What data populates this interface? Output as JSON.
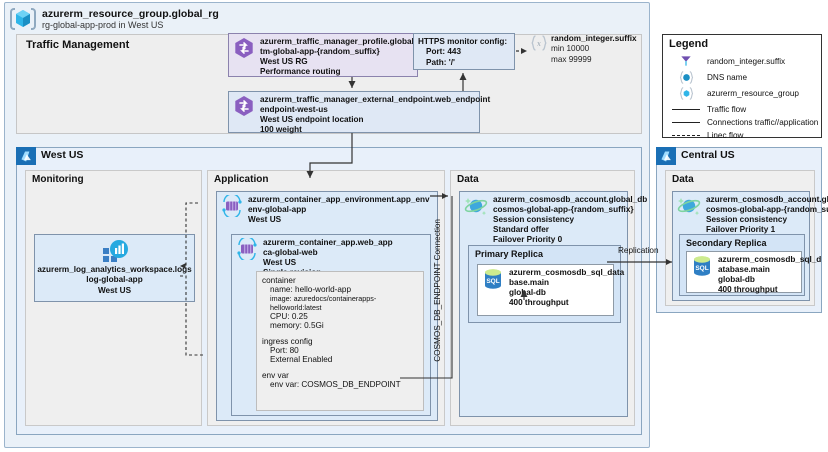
{
  "resource_group": {
    "icon": "resource-group-cube-icon",
    "title": "azurerm_resource_group.global_rg",
    "subtitle": "rg-global-app-prod in West US"
  },
  "traffic_management": {
    "panel_title": "Traffic Management",
    "profile": {
      "icon": "traffic-manager-icon",
      "lines": [
        "azurerm_traffic_manager_profile.global_tm",
        "tm-global-app-{random_suffix}",
        "West US RG",
        "Performance routing"
      ]
    },
    "endpoint": {
      "icon": "traffic-manager-icon",
      "lines": [
        "azurerm_traffic_manager_external_endpoint.web_endpoint",
        "endpoint-west-us",
        "West US endpoint location",
        "100 weight"
      ]
    },
    "https_monitor": {
      "title": "HTTPS monitor config:",
      "items": [
        "Port: 443",
        "Path: '/'"
      ]
    },
    "random_integer": {
      "icon": "random-integer-icon",
      "title": "random_integer.suffix",
      "items": [
        "min 10000",
        "max 99999"
      ]
    }
  },
  "legend": {
    "title": "Legend",
    "items": [
      {
        "key": "random-integer-icon",
        "key_type": "icon",
        "label": "random_integer.suffix"
      },
      {
        "key": "dns-name-icon",
        "key_type": "icon",
        "label": "DNS name"
      },
      {
        "key": "resource-group-icon",
        "key_type": "icon",
        "label": "azurerm_resource_group"
      },
      {
        "key": "solid-line",
        "key_type": "line",
        "label": "Traffic flow"
      },
      {
        "key": "solid-line",
        "key_type": "line",
        "label": "Connections traffic//application"
      },
      {
        "key": "dashed-line",
        "key_type": "dashed",
        "label": "Linec flow"
      }
    ]
  },
  "regions": {
    "west": {
      "name": "West US",
      "icon": "azure-region-icon",
      "monitoring": {
        "panel_title": "Monitoring",
        "log_workspace": {
          "icon": "log-analytics-icon",
          "lines": [
            "azurerm_log_analytics_workspace.logs",
            "log-global-app",
            "West US"
          ]
        }
      },
      "application": {
        "panel_title": "Application",
        "environment": {
          "icon": "container-app-icon",
          "lines": [
            "azurerm_container_app_environment.app_env",
            "env-global-app",
            "West US"
          ]
        },
        "web_app": {
          "icon": "container-app-icon",
          "lines": [
            "azurerm_container_app.web_app",
            "ca-global-web",
            "West US",
            "Single revision"
          ]
        },
        "container_spec": {
          "container_header": "container",
          "container_items": [
            "name: hello-world-app",
            "image: azuredocs/containerapps-helloworld:latest",
            "CPU: 0.25",
            "memory: 0.5Gi"
          ],
          "ingress_header": "ingress config",
          "ingress_items": [
            "Port: 80",
            "External Enabled"
          ],
          "envvar_header": "env var",
          "envvar_items": [
            "env var: COSMOS_DB_ENDPOINT"
          ]
        }
      },
      "data": {
        "panel_title": "Data",
        "cosmos_account": {
          "icon": "cosmos-db-icon",
          "lines": [
            "azurerm_cosmosdb_account.global_db",
            "cosmos-global-app-{random_suffix}",
            "Session consistency",
            "Standard offer",
            "Failover Priority 0"
          ]
        },
        "replica": {
          "title": "Primary Replica",
          "sql": {
            "icon": "sql-database-icon",
            "lines": [
              "azurerm_cosmosdb_sql_data",
              "base.main",
              "global-db",
              "400 throughput"
            ]
          }
        }
      }
    },
    "central": {
      "name": "Central US",
      "icon": "azure-region-icon",
      "data": {
        "panel_title": "Data",
        "cosmos_account": {
          "icon": "cosmos-db-icon",
          "lines": [
            "azurerm_cosmosdb_account.global_db",
            "cosmos-global-app-{random_suffix}",
            "Session consistency",
            "Failover Priority 1"
          ]
        },
        "replica": {
          "title": "Secondary Replica",
          "sql": {
            "icon": "sql-database-icon",
            "lines": [
              "azurerm_cosmosdb_sql_d",
              "atabase.main",
              "global-db",
              "400 throughput"
            ]
          }
        }
      }
    }
  },
  "connector_labels": {
    "cosmos_connection": "COSMOS_DB_ENDPOINT Connection",
    "replication": "Replication"
  },
  "colors": {
    "region_fill": "#e8f0fa",
    "panel_fill": "#efefef",
    "node_fill": "#dceaf8",
    "purple_node_fill": "#e7e2f2",
    "region_tab": "#1a6fb5",
    "border": "#7f93ab"
  }
}
